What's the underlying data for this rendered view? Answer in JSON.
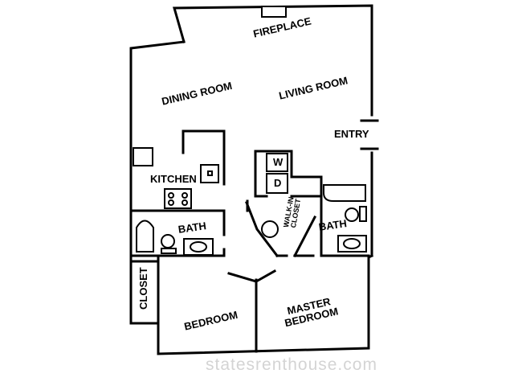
{
  "rooms": {
    "fireplace": "FIREPLACE",
    "dining_room": "DINING ROOM",
    "living_room": "LIVING ROOM",
    "entry": "ENTRY",
    "kitchen": "KITCHEN",
    "washer": "W",
    "dryer": "D",
    "walk_in_closet_line1": "WALK-IN",
    "walk_in_closet_line2": "CLOSET",
    "bath_left": "BATH",
    "bath_right": "BATH",
    "closet": "CLOSET",
    "bedroom": "BEDROOM",
    "master_bedroom_line1": "MASTER",
    "master_bedroom_line2": "BEDROOM"
  },
  "watermark": "statesrenthouse.com"
}
